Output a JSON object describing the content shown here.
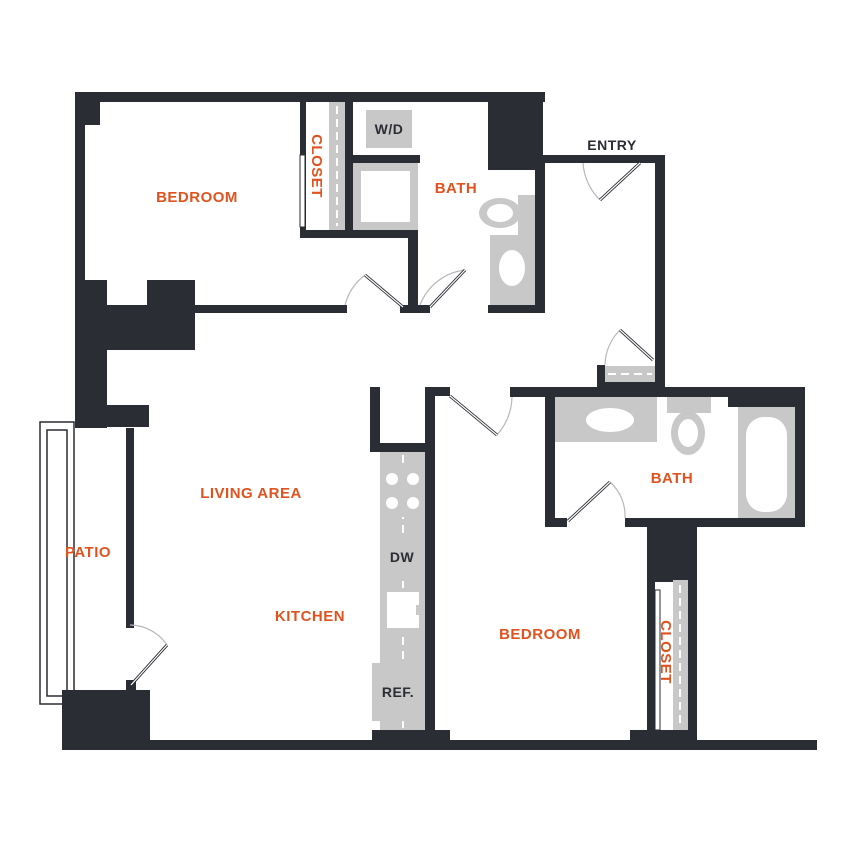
{
  "rooms": {
    "bedroom_1": "BEDROOM",
    "closet_1": "CLOSET",
    "wd": "W/D",
    "bath_1": "BATH",
    "entry": "ENTRY",
    "living_area": "LIVING AREA",
    "patio": "PATIO",
    "kitchen": "KITCHEN",
    "dw": "DW",
    "ref": "REF.",
    "bath_2": "BATH",
    "bedroom_2": "BEDROOM",
    "closet_2": "CLOSET"
  },
  "colors": {
    "wall": "#2a2d33",
    "label_accent": "#e0531f",
    "fixture": "#c8c8c8",
    "background": "#ffffff"
  }
}
